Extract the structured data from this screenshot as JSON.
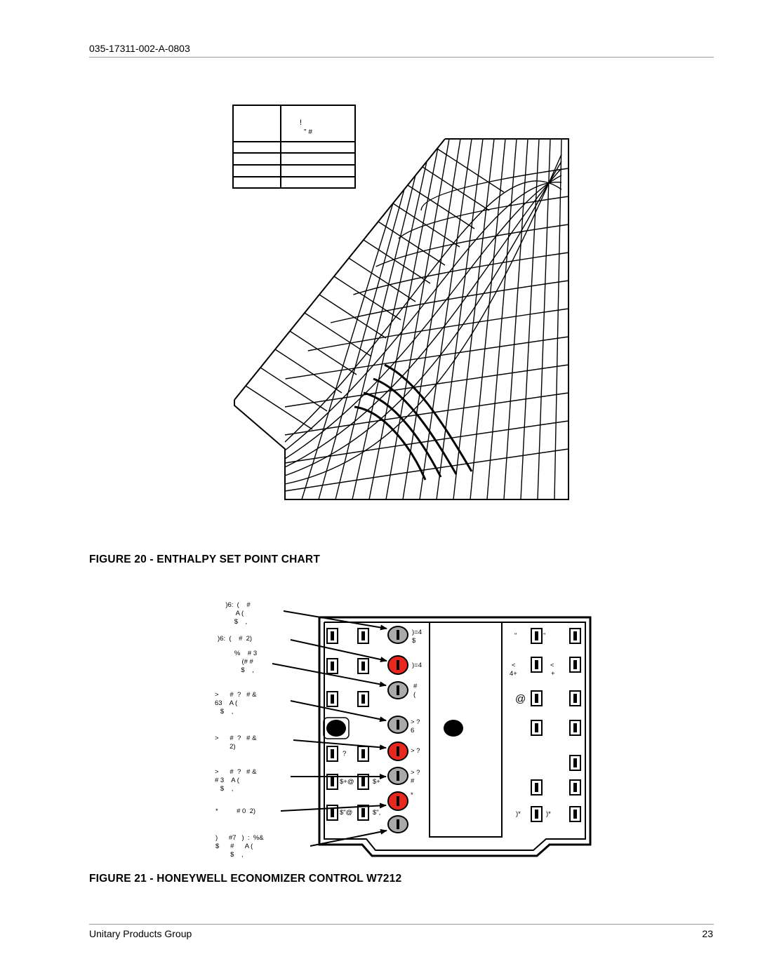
{
  "header": {
    "doc_code": "035-17311-002-A-0803"
  },
  "figure20": {
    "caption": "FIGURE 20 -  ENTHALPY SET POINT CHART",
    "legend_heading_1": "!",
    "legend_heading_2": "\"  #"
  },
  "figure21": {
    "caption": "FIGURE 21 -  HONEYWELL ECONOMIZER CONTROL W7212",
    "left_labels": [
      ")6:  (    #\n  A (\n   $    ,",
      ")6:  (    #  2)",
      "%    # 3\n  (# #\n  $    ,",
      ">      #  ?   # &\n63    A (\n   $    ,",
      ">      #  ?   # &\n        2)",
      ">      #  ?   # &\n# 3    A (\n   $    ,",
      "*          # 0  2)",
      ")      #7   )  :  %&\n$      #      A (\n        $    ,"
    ],
    "pot_labels": [
      ")=4\n$",
      ")=4",
      "#\n(",
      "> ?\n6",
      "> ?",
      "> ?\n#",
      "*"
    ],
    "terminal_labels": [
      "?",
      "$+@",
      "$+",
      "$\"@",
      "$\","
    ],
    "right_labels": [
      "\"",
      "\"",
      "<",
      "<",
      "4+",
      "+",
      "@",
      ")*",
      ")*"
    ]
  },
  "footer": {
    "company": "Unitary Products Group",
    "page_number": "23"
  }
}
